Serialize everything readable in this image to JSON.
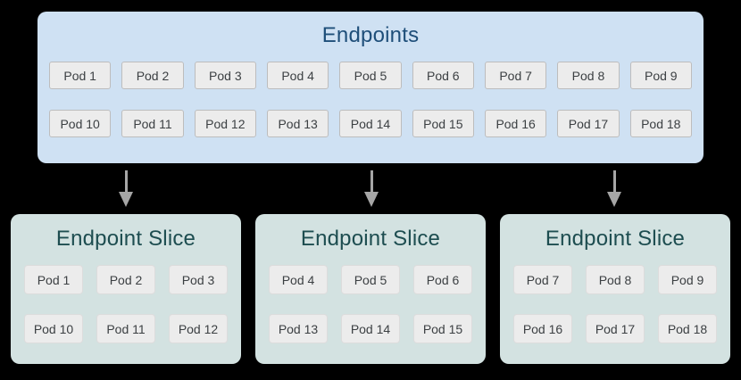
{
  "colors": {
    "background": "#000000",
    "endpoints-fill": "#cfe1f3",
    "endpoints-title": "#1e4e79",
    "slice-fill": "#d3e2e1",
    "slice-title": "#1d4d50",
    "pod-fill": "#ececec",
    "pod-border": "#bdbdbd",
    "pod-border-light": "#dcdcdc",
    "pod-text": "#3c4043",
    "arrow": "#a6a6a6"
  },
  "endpoints": {
    "title": "Endpoints",
    "rows": [
      [
        "Pod 1",
        "Pod 2",
        "Pod 3",
        "Pod 4",
        "Pod 5",
        "Pod 6",
        "Pod 7",
        "Pod 8",
        "Pod 9"
      ],
      [
        "Pod 10",
        "Pod 11",
        "Pod 12",
        "Pod 13",
        "Pod 14",
        "Pod 15",
        "Pod 16",
        "Pod 17",
        "Pod 18"
      ]
    ]
  },
  "arrows": [
    "down-arrow",
    "down-arrow",
    "down-arrow"
  ],
  "slices": [
    {
      "title": "Endpoint Slice",
      "rows": [
        [
          "Pod 1",
          "Pod 2",
          "Pod 3"
        ],
        [
          "Pod 10",
          "Pod 11",
          "Pod 12"
        ]
      ]
    },
    {
      "title": "Endpoint Slice",
      "rows": [
        [
          "Pod 4",
          "Pod 5",
          "Pod 6"
        ],
        [
          "Pod 13",
          "Pod 14",
          "Pod 15"
        ]
      ]
    },
    {
      "title": "Endpoint Slice",
      "rows": [
        [
          "Pod 7",
          "Pod 8",
          "Pod 9"
        ],
        [
          "Pod 16",
          "Pod 17",
          "Pod 18"
        ]
      ]
    }
  ]
}
